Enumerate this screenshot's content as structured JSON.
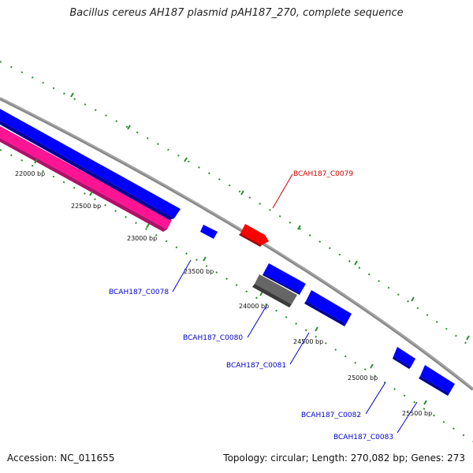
{
  "title": "Bacillus cereus AH187 plasmid pAH187_270, complete sequence",
  "footer": {
    "accession": "Accession: NC_011655",
    "topology": "Topology: circular; Length: 270,082 bp; Genes: 273"
  },
  "ruler": {
    "unit": "bp",
    "ticks": [
      "22000 bp",
      "22500 bp",
      "23000 bp",
      "23500 bp",
      "24000 bp",
      "24500 bp",
      "25000 bp",
      "25500 bp"
    ]
  },
  "genes": [
    {
      "name": "BCAH187_C0078",
      "strand": "reverse",
      "color": "#0000cc"
    },
    {
      "name": "BCAH187_C0079",
      "strand": "forward",
      "color": "#cc0000"
    },
    {
      "name": "BCAH187_C0080",
      "strand": "reverse",
      "color": "#0000cc"
    },
    {
      "name": "BCAH187_C0081",
      "strand": "reverse",
      "color": "#0000cc"
    },
    {
      "name": "BCAH187_C0082",
      "strand": "reverse",
      "color": "#0000cc"
    },
    {
      "name": "BCAH187_C0083",
      "strand": "reverse",
      "color": "#0000cc"
    }
  ],
  "colors": {
    "backbone": "#888888",
    "cds_reverse": "#0000ff",
    "cds_forward": "#ff0000",
    "pseudo_gene": "#666666",
    "rna_feature": "#ff1493",
    "ticks": "#2e8b2e"
  }
}
